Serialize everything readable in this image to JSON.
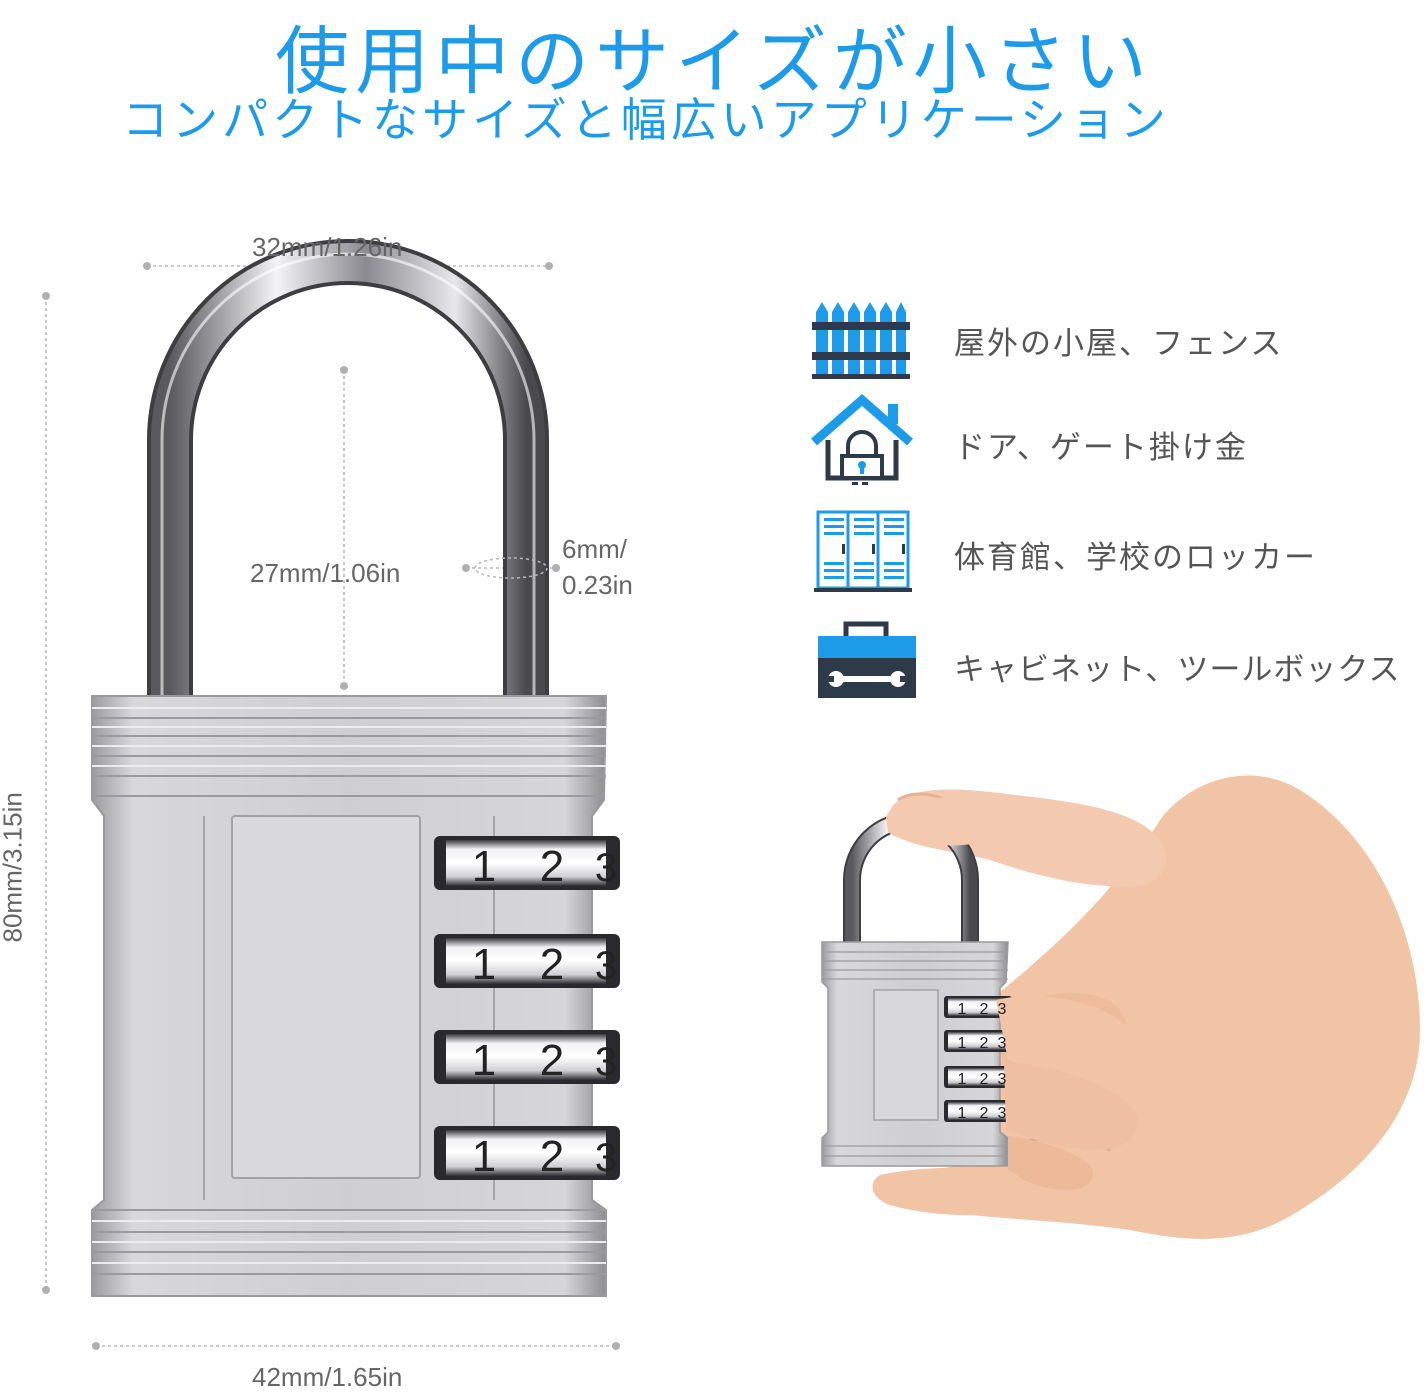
{
  "header": {
    "title": "使用中のサイズが小さい",
    "subtitle": "コンパクトなサイズと幅広いアプリケーション"
  },
  "dimensions": {
    "top_width": "32mm/1.26in",
    "bottom_width": "42mm/1.65in",
    "height": "80mm/3.15in",
    "shackle_height": "27mm/1.06in",
    "shackle_diameter_line1": "6mm/",
    "shackle_diameter_line2": "0.23in"
  },
  "dial_digits": [
    "1",
    "2",
    "3"
  ],
  "uses": [
    {
      "icon": "fence-icon",
      "label": "屋外の小屋、フェンス"
    },
    {
      "icon": "house-lock-icon",
      "label": "ドア、ゲート掛け金"
    },
    {
      "icon": "locker-icon",
      "label": "体育館、学校のロッカー"
    },
    {
      "icon": "toolbox-icon",
      "label": "キャビネット、ツールボックス"
    }
  ],
  "colors": {
    "accent": "#1e9be8",
    "icon_dark": "#2d3a4a",
    "lock_body": "#c6c6c8"
  }
}
